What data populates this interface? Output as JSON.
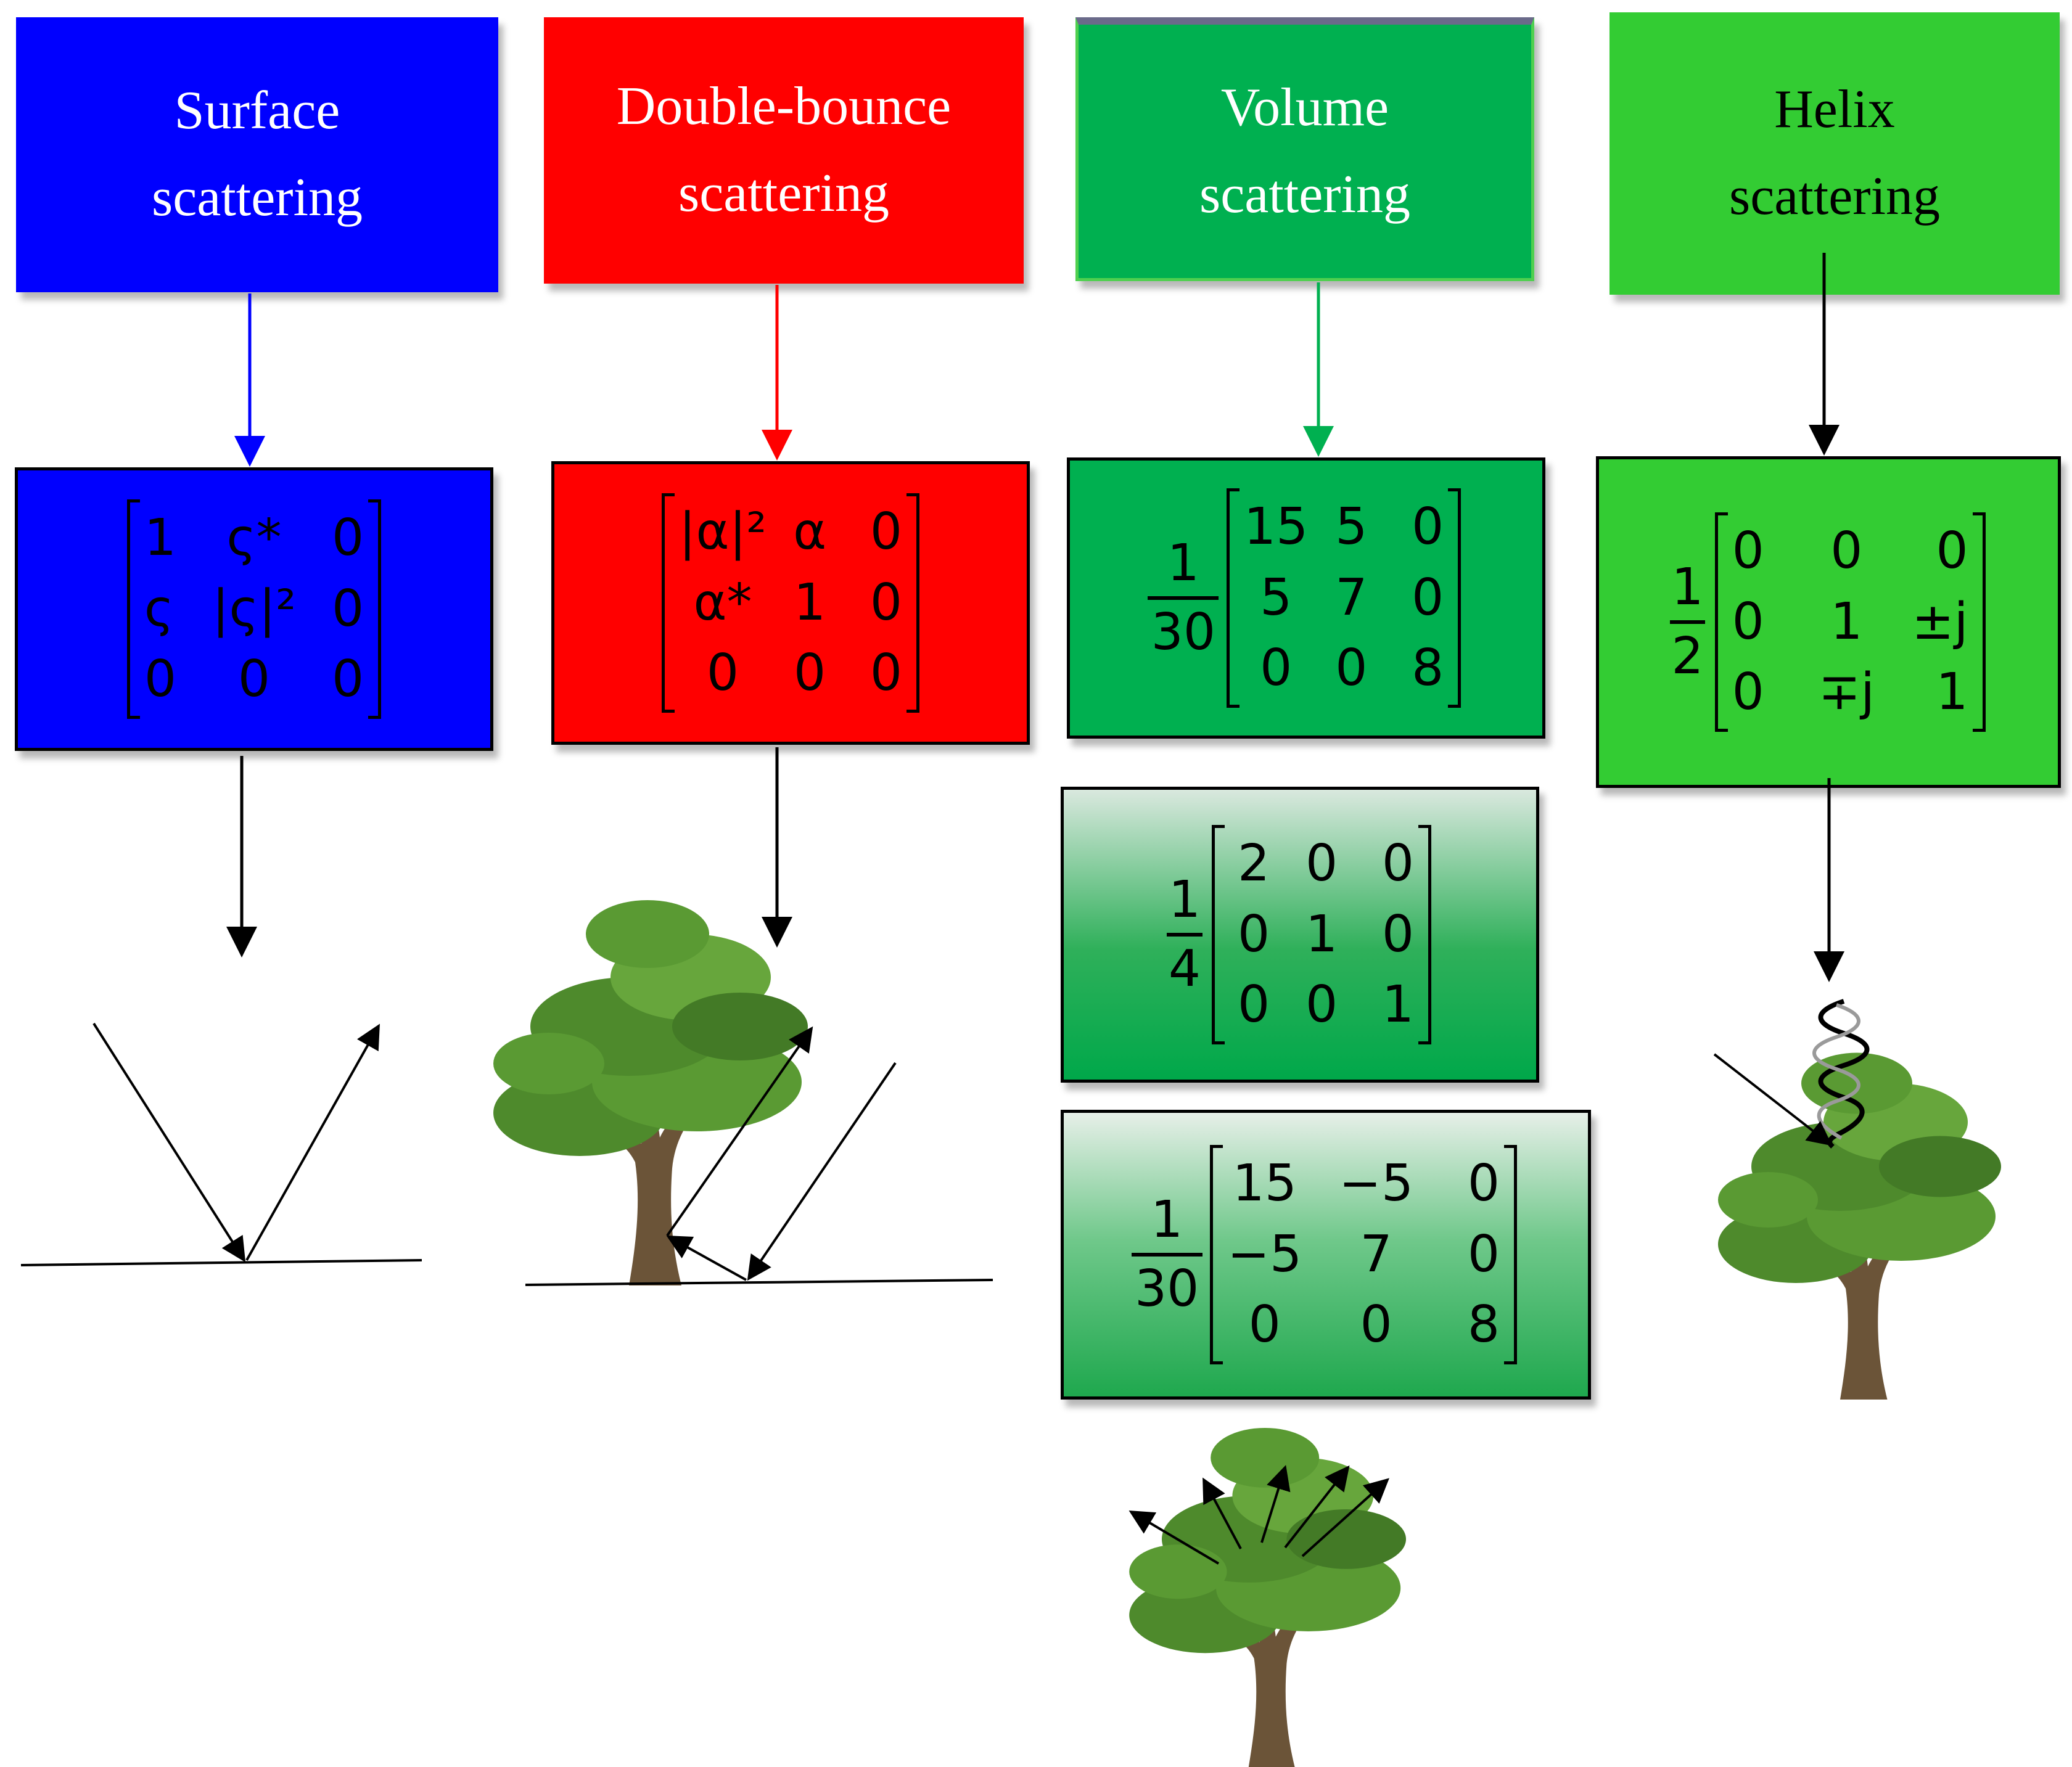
{
  "colors": {
    "surface": "#0000ff",
    "double_bounce": "#ff0000",
    "volume": "#00b050",
    "helix": "#33cc33",
    "arrow_black": "#000000",
    "foliage": "#4e8a2c",
    "trunk": "#6b5438"
  },
  "columns": {
    "surface": {
      "title_line1": "Surface",
      "title_line2": "scattering"
    },
    "double_bounce": {
      "title_line1": "Double-bounce",
      "title_line2": "scattering"
    },
    "volume": {
      "title_line1": "Volume",
      "title_line2": "scattering"
    },
    "helix": {
      "title_line1": "Helix",
      "title_line2": "scattering"
    }
  },
  "matrices": {
    "surface": {
      "rows": [
        [
          "1",
          "ς*",
          "0"
        ],
        [
          "ς",
          "|ς|²",
          "0"
        ],
        [
          "0",
          "0",
          "0"
        ]
      ]
    },
    "double_bounce": {
      "rows": [
        [
          "|α|²",
          "α",
          "0"
        ],
        [
          "α*",
          "1",
          "0"
        ],
        [
          "0",
          "0",
          "0"
        ]
      ]
    },
    "volume_1": {
      "coef_num": "1",
      "coef_den": "30",
      "rows": [
        [
          "15",
          "5",
          "0"
        ],
        [
          "5",
          "7",
          "0"
        ],
        [
          "0",
          "0",
          "8"
        ]
      ]
    },
    "volume_2": {
      "coef_num": "1",
      "coef_den": "4",
      "rows": [
        [
          "2",
          "0",
          "0"
        ],
        [
          "0",
          "1",
          "0"
        ],
        [
          "0",
          "0",
          "1"
        ]
      ]
    },
    "volume_3": {
      "coef_num": "1",
      "coef_den": "30",
      "rows": [
        [
          "15",
          "−5",
          "0"
        ],
        [
          "−5",
          "7",
          "0"
        ],
        [
          "0",
          "0",
          "8"
        ]
      ]
    },
    "helix": {
      "coef_num": "1",
      "coef_den": "2",
      "rows": [
        [
          "0",
          "0",
          "0"
        ],
        [
          "0",
          "1",
          "±j"
        ],
        [
          "0",
          "∓j",
          "1"
        ]
      ]
    }
  },
  "icons": {
    "tree_double": "tree-icon",
    "tree_volume": "tree-icon",
    "tree_helix": "tree-icon",
    "helix": "helix-icon"
  }
}
